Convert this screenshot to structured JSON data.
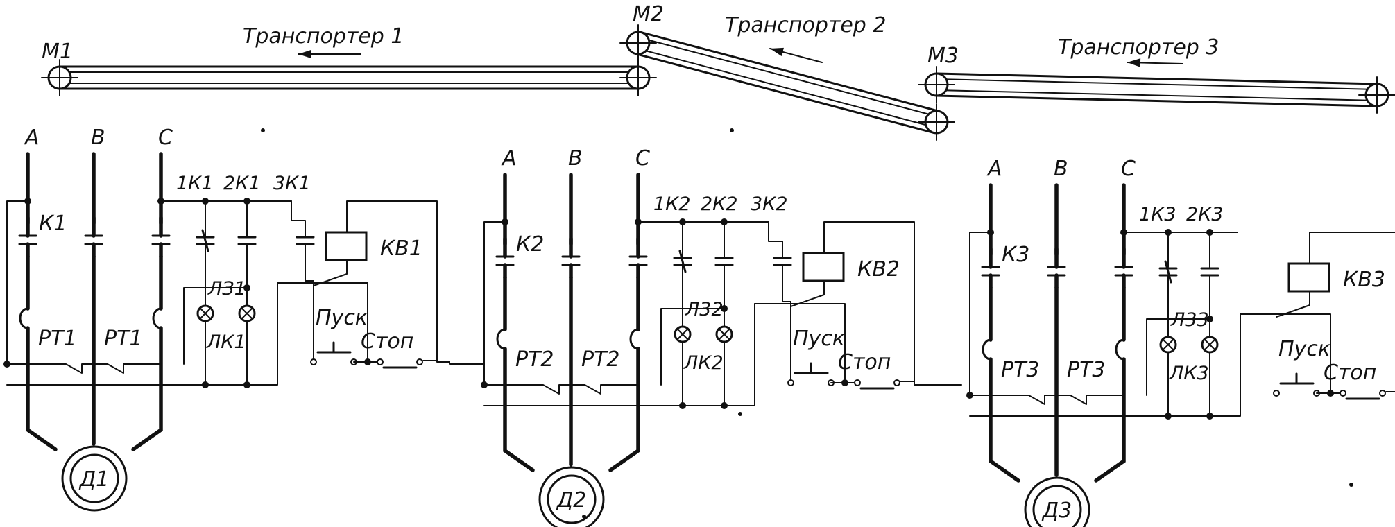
{
  "conveyors": [
    {
      "title": "Транспортер 1",
      "drive_label": "М1"
    },
    {
      "title": "Транспортер 2",
      "drive_label": "М2"
    },
    {
      "title": "Транспортер 3",
      "drive_label": "М3"
    }
  ],
  "units": [
    {
      "phases": [
        "A",
        "B",
        "C"
      ],
      "contactor": "К1",
      "aux_contacts": [
        "1К1",
        "2К1",
        "3К1"
      ],
      "relay": "КВ1",
      "thermal_relays": [
        "РТ1",
        "РТ1"
      ],
      "lamps": [
        "ЛЗ1",
        "ЛК1"
      ],
      "start_button": "Пуск",
      "stop_button": "Стоп",
      "motor": "Д1"
    },
    {
      "phases": [
        "A",
        "B",
        "C"
      ],
      "contactor": "К2",
      "aux_contacts": [
        "1К2",
        "2К2",
        "3К2"
      ],
      "relay": "КВ2",
      "thermal_relays": [
        "РТ2",
        "РТ2"
      ],
      "lamps": [
        "Л32",
        "ЛК2"
      ],
      "start_button": "Пуск",
      "stop_button": "Стоп",
      "motor": "Д2"
    },
    {
      "phases": [
        "A",
        "B",
        "C"
      ],
      "contactor": "К3",
      "aux_contacts": [
        "1К3",
        "2К3"
      ],
      "relay": "КВ3",
      "thermal_relays": [
        "РТ3",
        "РТ3"
      ],
      "lamps": [
        "Л33",
        "ЛК3"
      ],
      "start_button": "Пуск",
      "stop_button": "Стоп",
      "motor": "Д3"
    }
  ]
}
